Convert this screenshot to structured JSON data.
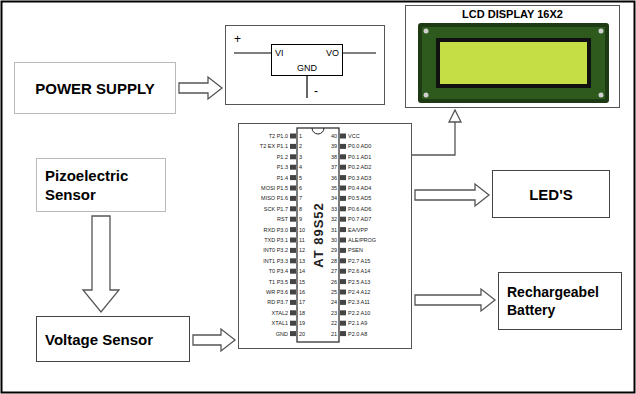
{
  "diagram": {
    "nodes": [
      {
        "text": [
          "POWER SUPPLY"
        ]
      },
      {
        "text": [
          "+",
          "-"
        ]
      },
      {
        "text": [
          "VI",
          "GND",
          "VO"
        ],
        "in": 1
      },
      {
        "text": [
          "LCD DISPLAY 16X2"
        ]
      },
      {
        "text": [
          "Pizoelectric Sensor"
        ]
      },
      {
        "text": [
          "AT 89S52"
        ]
      },
      {
        "text": [
          "LED'S"
        ]
      },
      {
        "text": [
          "Voltage Sensor"
        ]
      },
      {
        "text": [
          "Rechargeabel Battery"
        ]
      }
    ],
    "edges": [
      {
        "from": 0,
        "to": 1,
        "arrow": "to"
      },
      {
        "from": 5,
        "to": 3,
        "arrow": "to"
      },
      {
        "from": 4,
        "to": 7,
        "arrow": "to"
      },
      {
        "from": 7,
        "to": 5,
        "arrow": "to"
      },
      {
        "from": 5,
        "to": 6,
        "arrow": "to"
      },
      {
        "from": 5,
        "to": 8,
        "arrow": "to"
      }
    ],
    "labels": [
      "T2 P1.0",
      "T2 EX P1.1",
      "P1.2",
      "P1.3",
      "P1.4",
      "MOSI P1.5",
      "MISO P1.6",
      "SCK P1.7",
      "RST",
      "RXD P3.0",
      "TXD P3.1",
      "INT0 P3.2",
      "INT1 P3.3",
      "T0 P3.4",
      "T1 P3.5",
      "WR P3.6",
      "RD P3.7",
      "XTAL2",
      "XTAL1",
      "GND",
      "P2.0 A8",
      "P2.1 A9",
      "P2.2 A10",
      "P2.3 A11",
      "P2.4 A12",
      "P2.5 A13",
      "P2.6 A14",
      "P2.7 A15",
      "PSEN",
      "ALE/PROG",
      "EA/VPP",
      "P0.7 AD7",
      "P0.6 AD6",
      "P0.5 AD5",
      "P0.4 AD4",
      "P0.3 AD3",
      "P0.2 AD2",
      "P0.1 AD1",
      "P0.0 AD0",
      "VCC",
      "1",
      "2",
      "3",
      "4",
      "5",
      "6",
      "7",
      "8",
      "9",
      "10",
      "11",
      "12",
      "13",
      "14",
      "15",
      "16",
      "17",
      "18",
      "19",
      "20",
      "21",
      "22",
      "23",
      "24",
      "25",
      "26",
      "27",
      "28",
      "29",
      "30",
      "31",
      "32",
      "33",
      "34",
      "35",
      "36",
      "37",
      "38",
      "39",
      "40"
    ]
  }
}
